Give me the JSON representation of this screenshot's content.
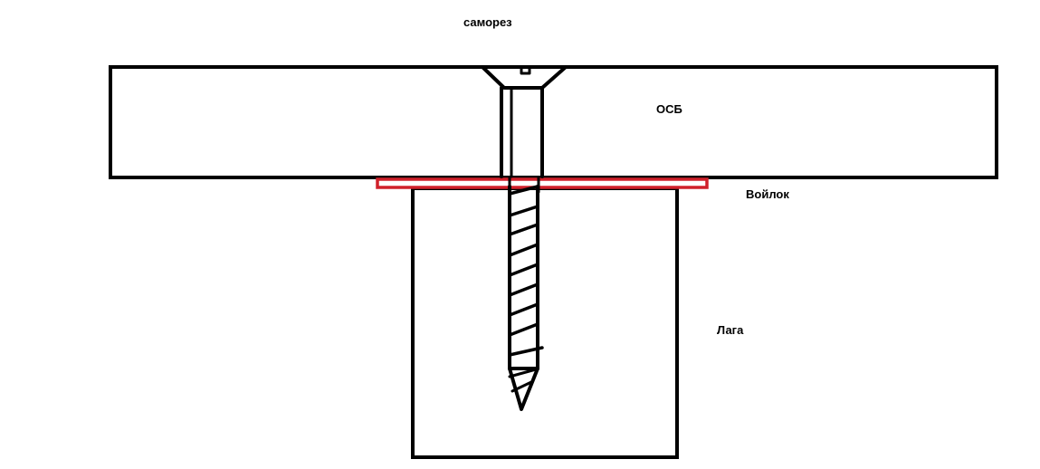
{
  "labels": {
    "screw": "саморез",
    "osb": "ОСБ",
    "felt": "Войлок",
    "joist": "Лага"
  },
  "colors": {
    "background": "#ffffff",
    "outline": "#000000",
    "felt": "#d0202a"
  }
}
